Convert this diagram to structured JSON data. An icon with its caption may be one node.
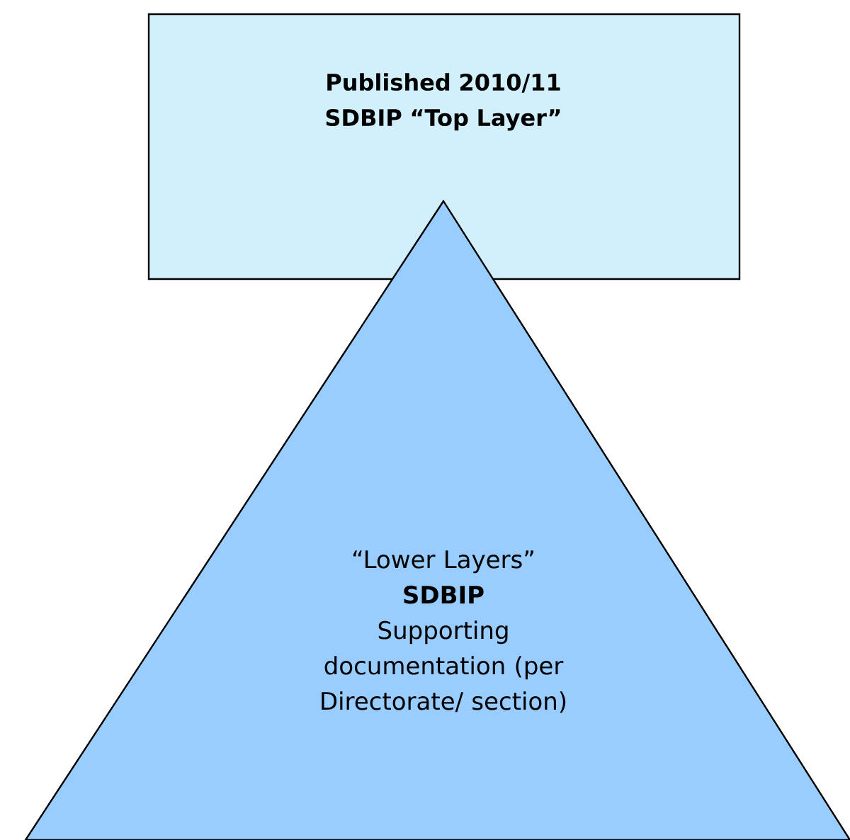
{
  "diagram": {
    "nodes": [
      {
        "text": [
          "Published 2010/11 SDBIP “Top Layer”"
        ]
      },
      {
        "text": [
          "“Lower Layers”",
          "SDBIP",
          "Supporting documentation (per Directorate/ section)"
        ]
      }
    ]
  }
}
